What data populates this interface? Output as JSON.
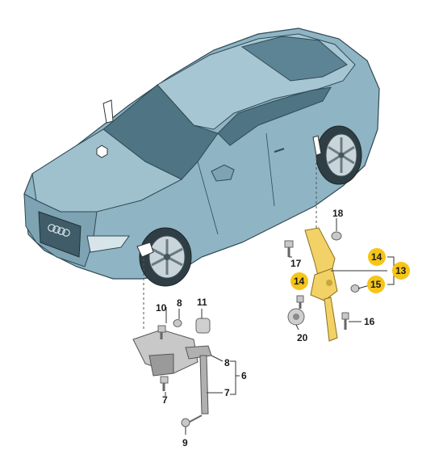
{
  "diagram": {
    "colors": {
      "car_body": "#8fb4c4",
      "car_dark": "#5f8797",
      "car_light": "#b7d1dc",
      "glass": "#4f7483",
      "part_yellow": "#f2d266",
      "part_yellow_dark": "#c9a63a",
      "part_grey": "#c8c8c8",
      "part_grey_dark": "#8a8a8a",
      "callout_highlight": "#f5c518",
      "line": "#333333"
    },
    "labels": {
      "l18": "18",
      "l17": "17",
      "l14a": "14",
      "l13": "13",
      "l14b": "14",
      "l15": "15",
      "l16": "16",
      "l20": "20",
      "l10": "10",
      "l8a": "8",
      "l11": "11",
      "l8b": "8",
      "l6": "6",
      "l7a": "7",
      "l7b": "7",
      "l9": "9"
    }
  }
}
